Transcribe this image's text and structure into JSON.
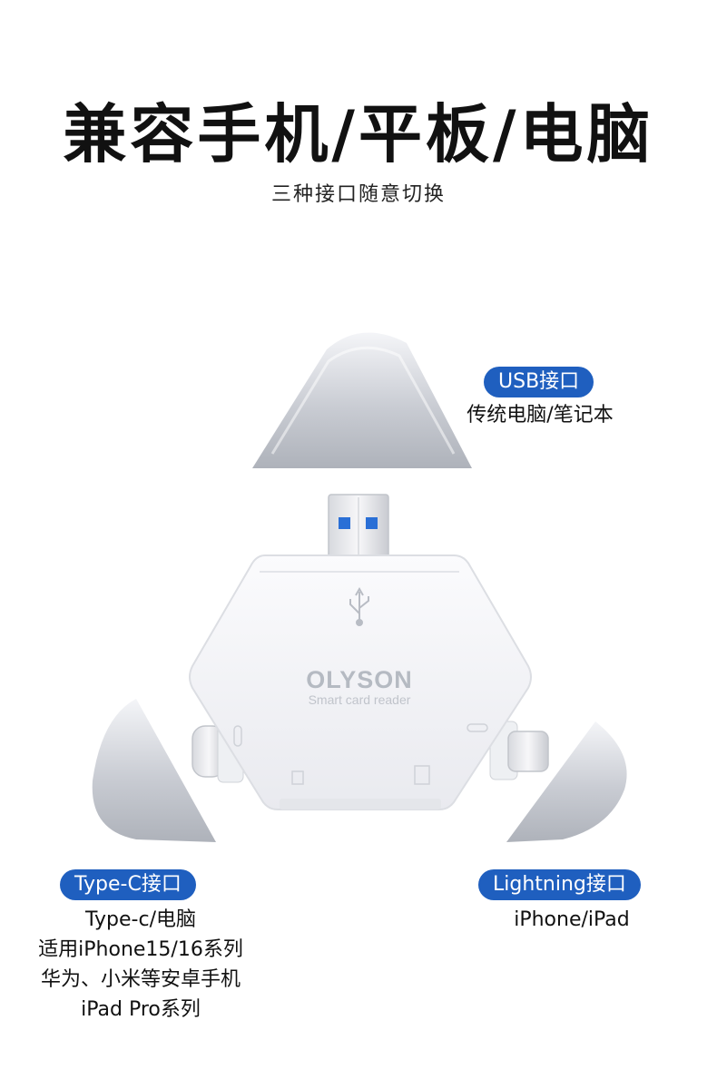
{
  "header": {
    "title": "兼容手机/平板/电脑",
    "subtitle": "三种接口随意切换"
  },
  "device": {
    "brand": "OLYSON",
    "tagline": "Smart card reader"
  },
  "ports": {
    "usb": {
      "label": "USB接口",
      "lines": [
        "传统电脑/笔记本"
      ]
    },
    "typec": {
      "label": "Type-C接口",
      "lines": [
        "Type-c/电脑",
        "适用iPhone15/16系列",
        "华为、小米等安卓手机",
        "iPad Pro系列"
      ]
    },
    "lightning": {
      "label": "Lightning接口",
      "lines": [
        "iPhone/iPad"
      ]
    }
  },
  "colors": {
    "badge": "#1f5fbf",
    "usb_blue": "#2a6fd6"
  }
}
